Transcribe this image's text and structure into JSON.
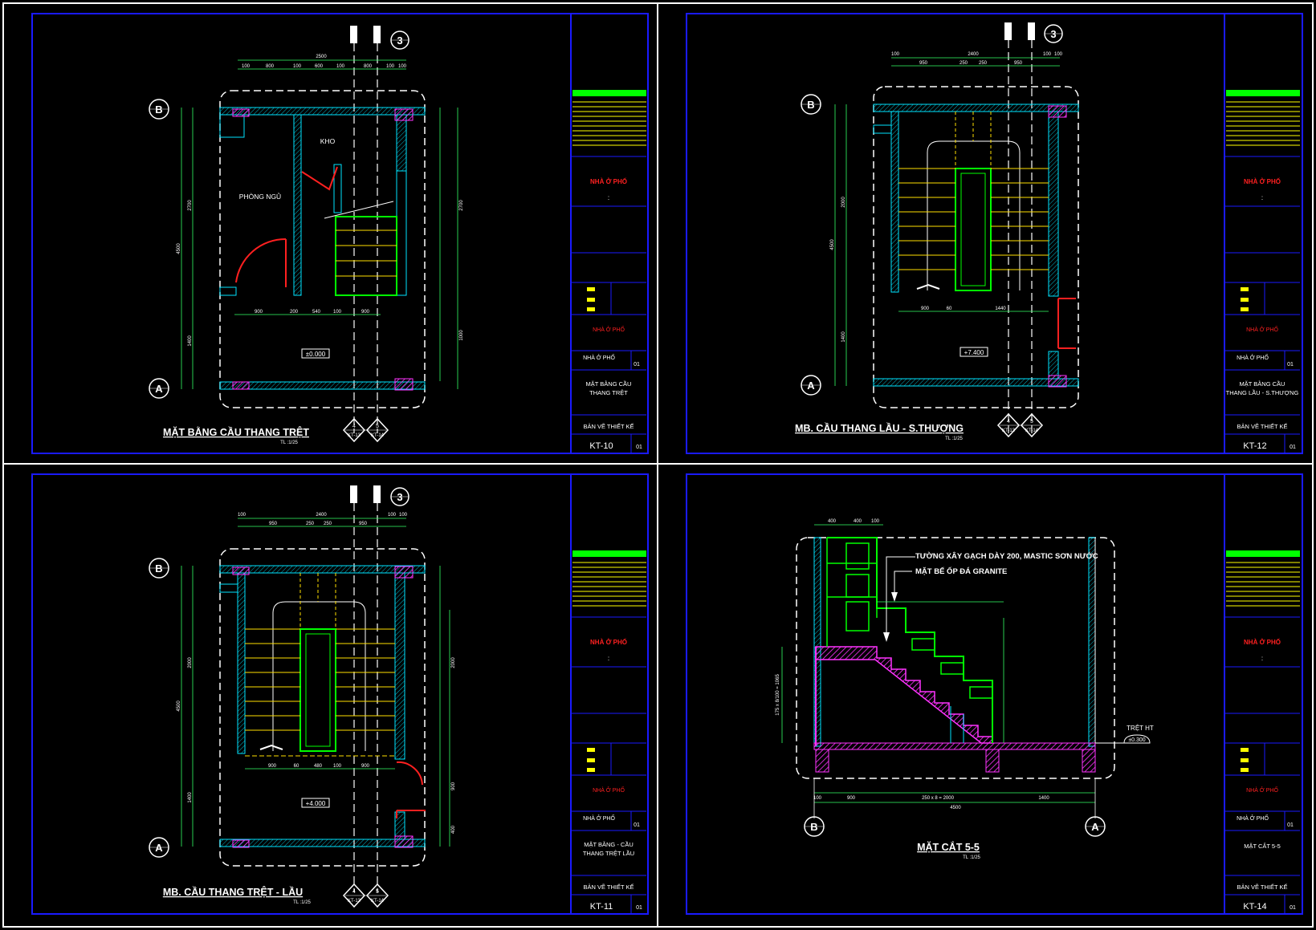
{
  "sheets": [
    {
      "id": "kt10",
      "view_title": "MẶT BẰNG CẦU THANG TRỆT",
      "scale": "TL :1/25",
      "sheet_no": "KT-10",
      "rev": "01",
      "drawing_name": [
        "MẶT BẰNG CẦU",
        "THANG TRỆT"
      ],
      "level": "±0.000",
      "room_labels": [
        "PHÒNG NGỦ",
        "KHO"
      ],
      "dims_top": [
        "2500",
        "100",
        "800",
        "100",
        "600",
        "100",
        "800",
        "100",
        "100"
      ],
      "dims_bottom": [
        "900",
        "200",
        "540",
        "100",
        "900"
      ],
      "dims_left": [
        "4500",
        "2700",
        "1400"
      ],
      "dims_right": [
        "2700",
        "1000"
      ],
      "section_refs": [
        "4",
        "KT-13",
        "5",
        "KT-14"
      ],
      "grid": [
        "B",
        "A",
        "3"
      ]
    },
    {
      "id": "kt12",
      "view_title": "MB. CẦU THANG LẦU - S.THƯỢNG",
      "scale": "TL :1/25",
      "sheet_no": "KT-12",
      "rev": "01",
      "drawing_name": [
        "MẶT BẰNG CẦU",
        "THANG LẦU - S.THƯỢNG"
      ],
      "level": "+7.400",
      "room_labels": [],
      "dims_top": [
        "2400",
        "100",
        "950",
        "250",
        "250",
        "950",
        "100",
        "100"
      ],
      "dims_bottom": [
        "900",
        "60",
        "1440"
      ],
      "dims_left": [
        "4500",
        "2000",
        "1400"
      ],
      "dims_right": [],
      "section_refs": [
        "4",
        "KT-13",
        "5",
        "KT-14"
      ],
      "grid": [
        "B",
        "A",
        "3"
      ]
    },
    {
      "id": "kt11",
      "view_title": "MB. CẦU THANG TRỆT - LẦU",
      "scale": "TL :1/25",
      "sheet_no": "KT-11",
      "rev": "01",
      "drawing_name": [
        "MẶT BẰNG - CẦU",
        "THANG TRỆT LẦU"
      ],
      "level": "+4.000",
      "room_labels": [],
      "dims_top": [
        "2400",
        "100",
        "950",
        "250",
        "250",
        "950",
        "100",
        "100"
      ],
      "dims_bottom": [
        "900",
        "60",
        "480",
        "100",
        "900"
      ],
      "dims_left": [
        "4500",
        "2000",
        "1400"
      ],
      "dims_right": [
        "2000",
        "900",
        "400"
      ],
      "section_refs": [
        "4",
        "KT-13",
        "5",
        "KT-14"
      ],
      "grid": [
        "B",
        "A",
        "3"
      ]
    },
    {
      "id": "kt14",
      "view_title": "MẶT CẮT 5-5",
      "scale": "TL :1/25",
      "sheet_no": "KT-14",
      "rev": "01",
      "drawing_name": [
        "MẶT CẮT 5-5"
      ],
      "level": "±0.300",
      "level_label": "TRỆT HT",
      "notes": [
        "TƯỜNG XÂY GẠCH DÀY 200, MASTIC SƠN NƯỚC",
        "MẶT BẾ ỐP ĐÁ GRANITE"
      ],
      "dims_bottom": [
        "100",
        "900",
        "250 x 8 = 2000",
        "1400",
        "4500"
      ],
      "dims_top": [
        "400",
        "400",
        "100"
      ],
      "dims_left": [
        "175 x 8/100 = 1065"
      ],
      "grid": [
        "B",
        "A"
      ]
    }
  ],
  "title_block": {
    "project_red": "NHÀ Ở PHỐ",
    "project_name": "NHÀ Ở PHỐ",
    "phase": "BẢN VẼ THIẾT KẾ",
    "sheet_rev": "01",
    "colon": ":"
  },
  "colors": {
    "background": "#000000",
    "frame": "#ffffff",
    "border": "#1a1aff",
    "wall": "#00e5ff",
    "stair": "#00ff00",
    "dims": "#33ff66",
    "tread": "#ffe000",
    "door": "#ff2020",
    "hatch": "#ff33ff",
    "text": "#ffffff"
  }
}
